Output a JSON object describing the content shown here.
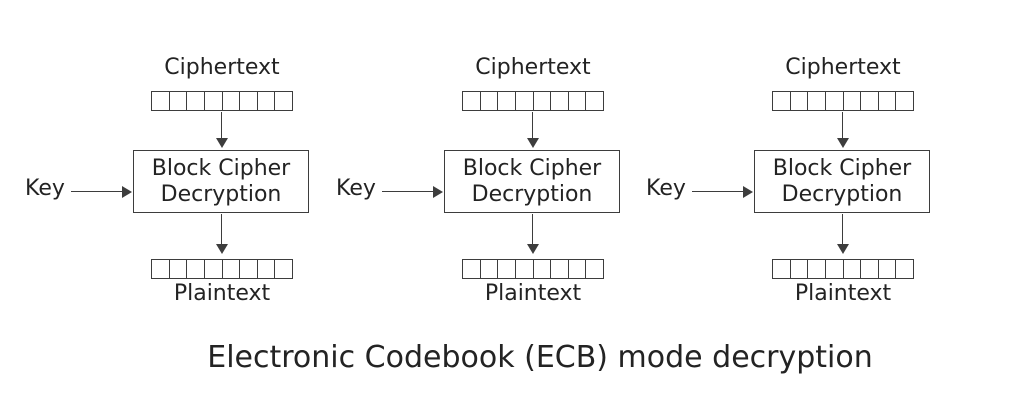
{
  "diagram": {
    "caption": "Electronic Codebook (ECB) mode decryption",
    "colors": {
      "background": "#ffffff",
      "text": "#232323",
      "line": "#3d3d3d"
    },
    "units": [
      {
        "input_label": "Ciphertext",
        "cells": 8,
        "block_line1": "Block Cipher",
        "block_line2": "Decryption",
        "key_label": "Key",
        "output_label": "Plaintext"
      },
      {
        "input_label": "Ciphertext",
        "cells": 8,
        "block_line1": "Block Cipher",
        "block_line2": "Decryption",
        "key_label": "Key",
        "output_label": "Plaintext"
      },
      {
        "input_label": "Ciphertext",
        "cells": 8,
        "block_line1": "Block Cipher",
        "block_line2": "Decryption",
        "key_label": "Key",
        "output_label": "Plaintext"
      }
    ]
  }
}
